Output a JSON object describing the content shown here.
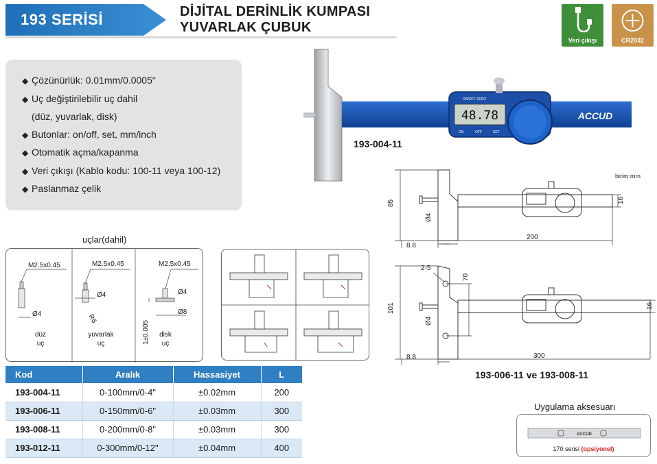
{
  "header": {
    "series": "193 SERİSİ",
    "title_line1": "DİJİTAL DERİNLİK KUMPASI",
    "title_line2": "YUVARLAK ÇUBUK"
  },
  "badges": [
    {
      "label": "Veri çıkışı",
      "icon": "usb-cable-icon",
      "color": "#3f8f3a"
    },
    {
      "label": "CR2032",
      "icon": "battery-coin-icon",
      "color": "#c9924a"
    }
  ],
  "features": [
    "Çözünürlük: 0.01mm/0.0005\"",
    "Uç değiştirilebilir uç dahil",
    "(düz, yuvarlak, disk)",
    "Butonlar: on/off, set, mm/inch",
    "Otomatik açma/kapanma",
    "Veri çıkışı (Kablo kodu: 100-11 veya 100-12)",
    "Paslanmaz çelik"
  ],
  "product": {
    "display": "48.78",
    "brand": "ACCUD",
    "model": "193-004-11",
    "btn_top": "ON/OFF ZERO",
    "btn_left": "ON",
    "btn_mid": "OFF",
    "btn_right": "SET"
  },
  "drawing_top": {
    "unit": "birim:mm",
    "d85": "85",
    "d88": "8.8",
    "d4": "Ø4",
    "d200": "200",
    "d16": "16"
  },
  "drawing_bottom": {
    "d25": "2-5",
    "d70": "70",
    "d101": "101",
    "d4": "Ø4",
    "d88": "8.8",
    "d300": "300",
    "d16": "16",
    "models": "193-006-11 ve 193-008-11"
  },
  "tips": {
    "title": "uçlar(dahil)",
    "flat": {
      "thread": "M2.5x0.45",
      "dia": "Ø4",
      "caption1": "düz",
      "caption2": "uç"
    },
    "round": {
      "thread": "M2.5x0.45",
      "dia": "Ø4",
      "radius": "R6",
      "caption1": "yuvarlak",
      "caption2": "uç"
    },
    "disk": {
      "thread": "M2.5x0.45",
      "dia1": "Ø4",
      "dia2": "Ø8",
      "tol": "1±0.005",
      "caption1": "disk",
      "caption2": "uç"
    }
  },
  "table": {
    "headers": [
      "Kod",
      "Aralık",
      "Hassasiyet",
      "L"
    ],
    "rows": [
      [
        "193-004-11",
        "0-100mm/0-4\"",
        "±0.02mm",
        "200"
      ],
      [
        "193-006-11",
        "0-150mm/0-6\"",
        "±0.03mm",
        "300"
      ],
      [
        "193-008-11",
        "0-200mm/0-8\"",
        "±0.03mm",
        "300"
      ],
      [
        "193-012-11",
        "0-300mm/0-12\"",
        "±0.04mm",
        "400"
      ]
    ]
  },
  "accessory": {
    "title": "Uygulama aksesuarı",
    "caption": "170 serisi",
    "optional": "(opsiyonel)",
    "brand": "ACCUD"
  },
  "colors": {
    "primary": "#2f7fc2",
    "row_alt": "#dbe9f6",
    "panel": "#e3e3e3",
    "caliper_blue": "#1a56b0"
  }
}
